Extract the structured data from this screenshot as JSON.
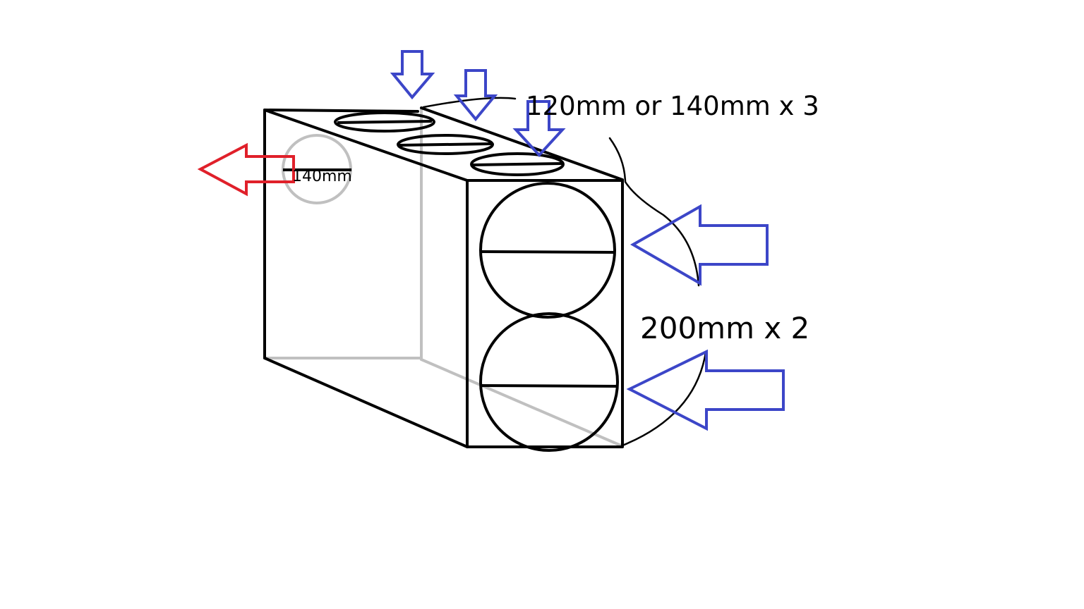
{
  "labels": {
    "top_fans": "120mm or 140mm x 3",
    "front_fans": "200mm x 2",
    "rear_fan": "140mm"
  },
  "colors": {
    "outline": "#000000",
    "hidden_edge": "#c0c0c0",
    "intake_arrow": "#3c46c8",
    "exhaust_arrow": "#e0202a",
    "background": "#ffffff"
  },
  "arrows": {
    "intake_count": 5,
    "exhaust_count": 1
  }
}
